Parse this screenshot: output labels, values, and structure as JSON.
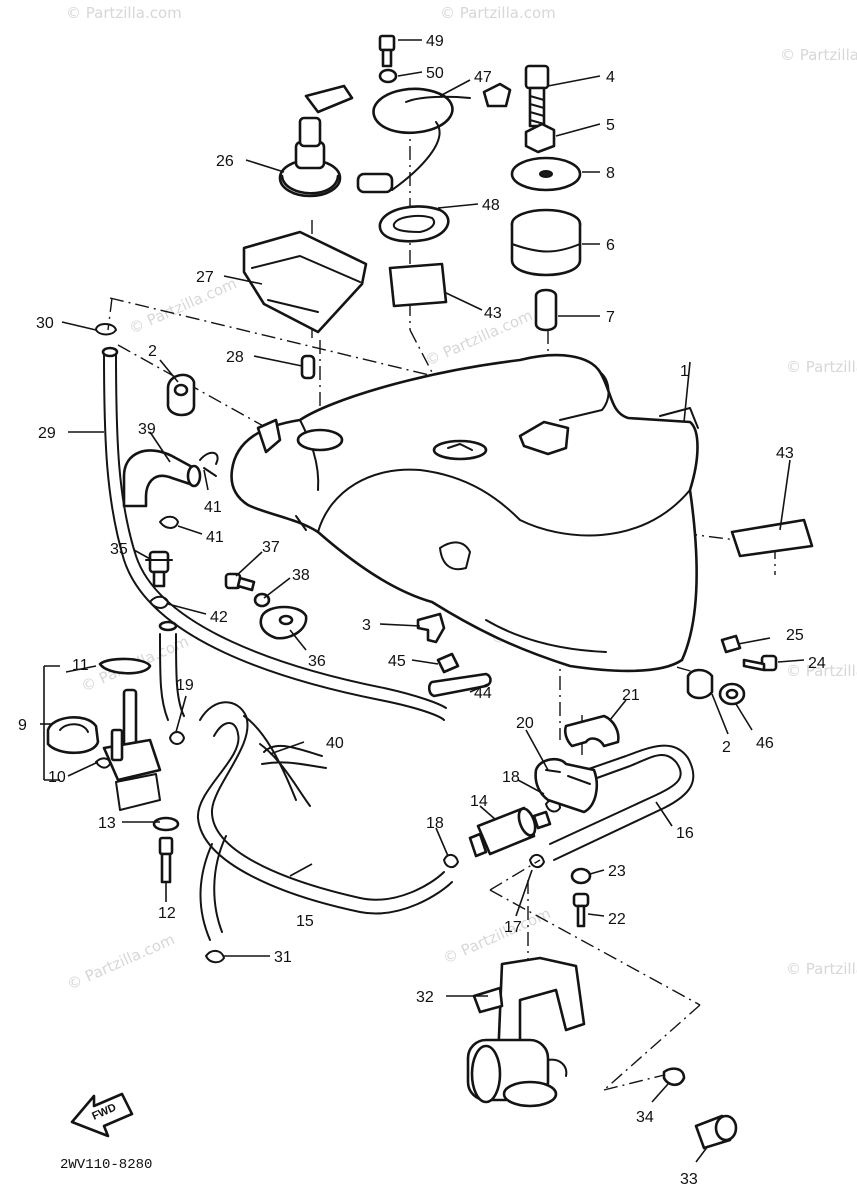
{
  "diagram_code": "2WV110-8280",
  "front_arrow_label": "FWD",
  "watermark": "© Partzilla.com",
  "colors": {
    "ink": "#141414",
    "paper": "#ffffff",
    "watermark": "#d7d7d7"
  },
  "callouts": {
    "c1": "1",
    "c2a": "2",
    "c2b": "2",
    "c3": "3",
    "c4": "4",
    "c5": "5",
    "c6": "6",
    "c7": "7",
    "c8": "8",
    "c9": "9",
    "c10": "10",
    "c11": "11",
    "c12": "12",
    "c13": "13",
    "c14": "14",
    "c15": "15",
    "c16": "16",
    "c17": "17",
    "c18a": "18",
    "c18b": "18",
    "c19": "19",
    "c20": "20",
    "c21": "21",
    "c22": "22",
    "c23": "23",
    "c24": "24",
    "c25": "25",
    "c26": "26",
    "c27": "27",
    "c28": "28",
    "c29": "29",
    "c30": "30",
    "c31": "31",
    "c32": "32",
    "c33": "33",
    "c34": "34",
    "c35": "35",
    "c36": "36",
    "c37": "37",
    "c38": "38",
    "c39": "39",
    "c40": "40",
    "c41a": "41",
    "c41b": "41",
    "c42": "42",
    "c43a": "43",
    "c43b": "43",
    "c44": "44",
    "c45": "45",
    "c46": "46",
    "c47": "47",
    "c48": "48",
    "c49": "49",
    "c50": "50"
  }
}
